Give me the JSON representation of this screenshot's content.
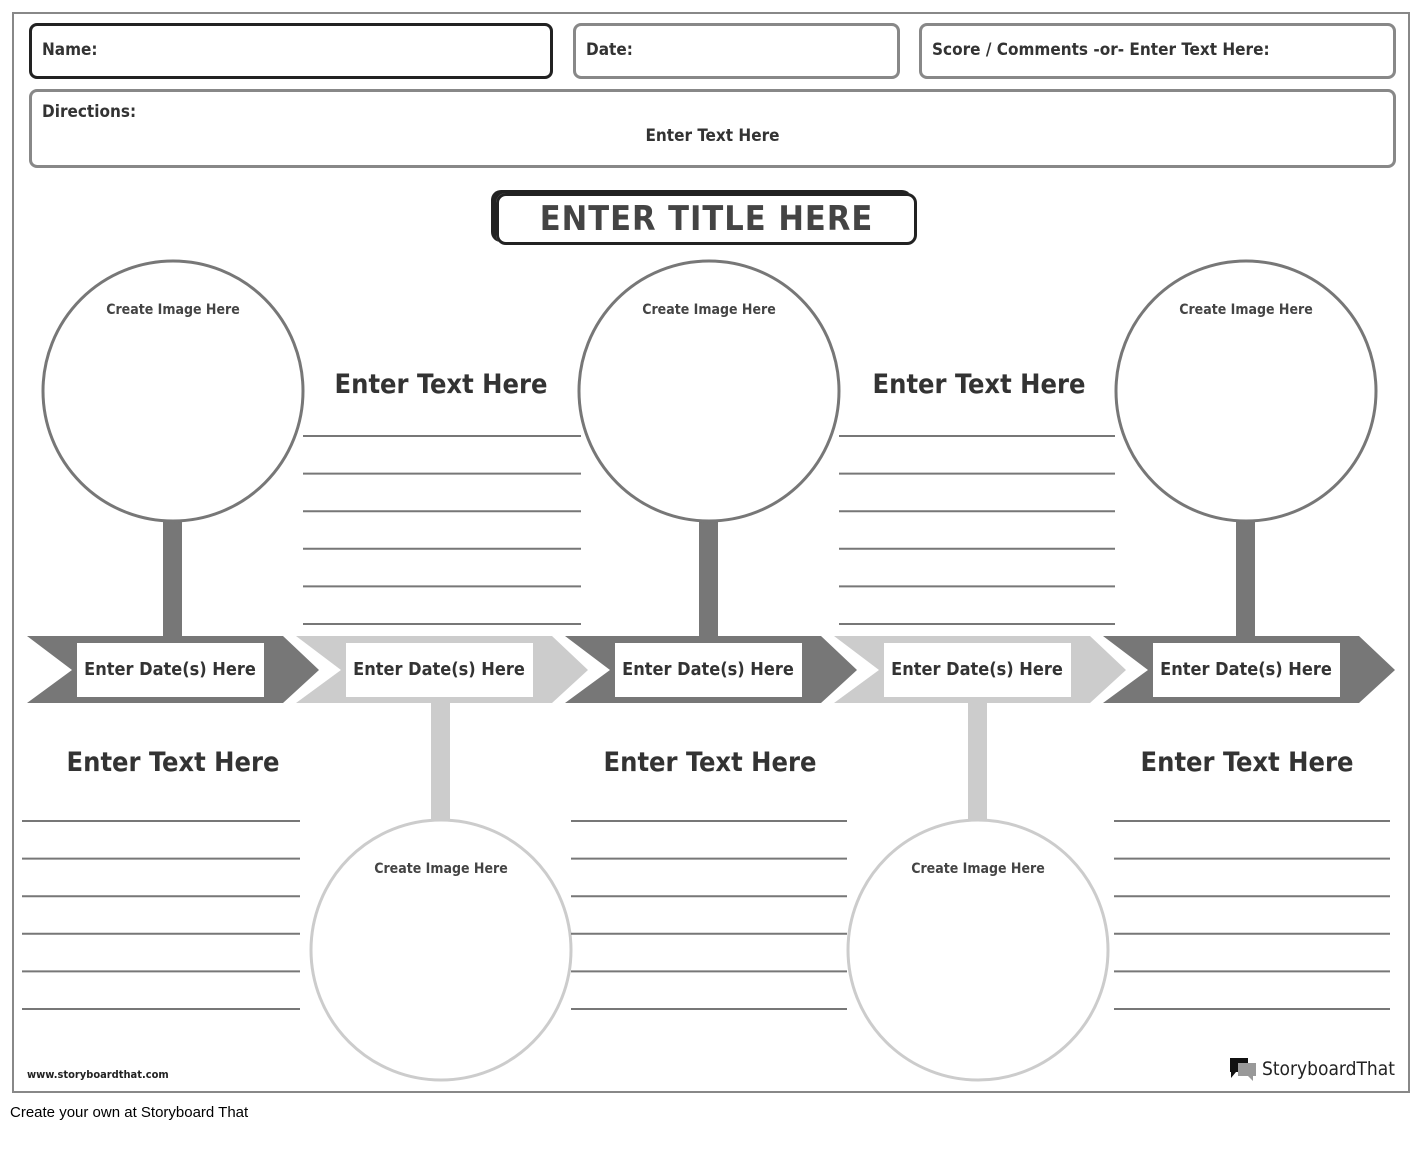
{
  "header": {
    "name_label": "Name:",
    "date_label": "Date:",
    "score_label": "Score / Comments -or- Enter Text Here:",
    "directions_label": "Directions:",
    "directions_text": "Enter Text Here"
  },
  "title": "ENTER TITLE HERE",
  "image_placeholder": "Create Image Here",
  "text_placeholder": "Enter Text Here",
  "date_placeholder": "Enter Date(s) Here",
  "colors": {
    "dark": "#777777",
    "light": "#cccccc"
  },
  "footer": {
    "url": "www.storyboardthat.com",
    "logo": "StoryboardThat",
    "create_link": "Create your own at Storyboard That"
  }
}
